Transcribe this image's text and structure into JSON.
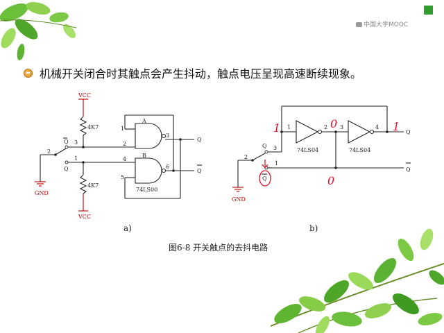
{
  "branding": {
    "logo_text": "中国大学MOOC"
  },
  "content": {
    "bullet_text": "机械开关闭合时其触点会产生抖动，触点电压呈现高速断续现象。"
  },
  "circuit_a": {
    "vcc_top": "VCC",
    "vcc_bottom": "VCC",
    "gnd": "GND",
    "r1": "4K7",
    "r2": "4K7",
    "qbar_sw": "Q",
    "q_sw": "Q",
    "gate_a": "A",
    "gate_b": "B",
    "chip": "74LS00",
    "out_q": "Q",
    "out_qbar": "Q",
    "pins": {
      "p1": "1",
      "p2": "2",
      "p3": "3",
      "p4": "4",
      "p5": "5",
      "p6": "6",
      "sw_pole": "2",
      "sw_top": "3",
      "sw_bottom": "1"
    }
  },
  "circuit_b": {
    "gnd": "GND",
    "qbar_sw": "Q",
    "q_sw": "Q",
    "inv1": "74LS04",
    "inv2": "74LS04",
    "out_q": "Q",
    "out_qbar": "Q",
    "pins": {
      "p1": "1",
      "p2": "2",
      "p3": "3",
      "p4": "4",
      "sw_pole": "2",
      "sw_top": "3",
      "sw_bottom": "1"
    },
    "annotations": {
      "a1": "1",
      "a2": "0",
      "a3": "1",
      "a4": "0",
      "a5": "Q"
    }
  },
  "labels": {
    "a": "a)",
    "b": "b)",
    "caption": "图6-8  开关触点的去抖电路"
  },
  "colors": {
    "wire": "#222222",
    "annotation": "#e0102a",
    "vcc": "#c00000"
  }
}
